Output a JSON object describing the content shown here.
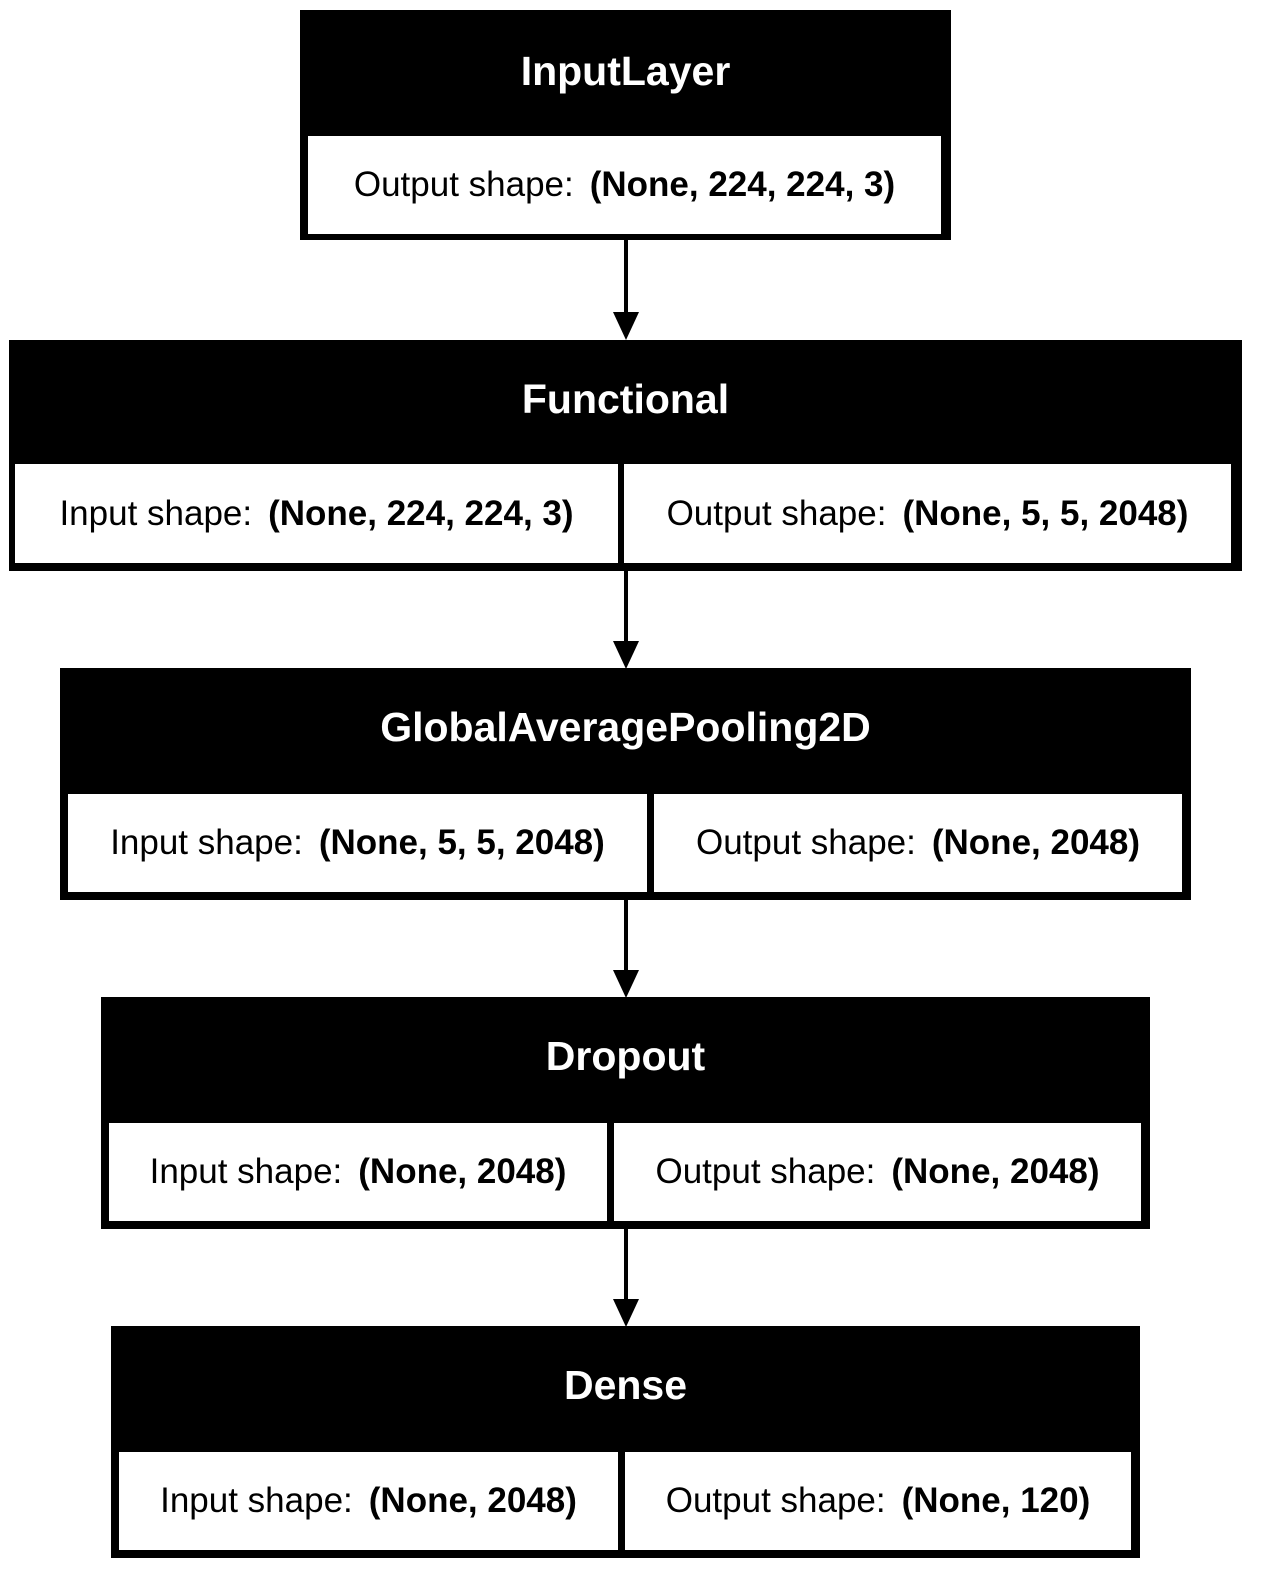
{
  "layers": [
    {
      "name": "InputLayer",
      "output_label": "Output shape:",
      "output_shape": "(None, 224, 224, 3)"
    },
    {
      "name": "Functional",
      "input_label": "Input shape:",
      "input_shape": "(None, 224, 224, 3)",
      "output_label": "Output shape:",
      "output_shape": "(None, 5, 5, 2048)"
    },
    {
      "name": "GlobalAveragePooling2D",
      "input_label": "Input shape:",
      "input_shape": "(None, 5, 5, 2048)",
      "output_label": "Output shape:",
      "output_shape": "(None, 2048)"
    },
    {
      "name": "Dropout",
      "input_label": "Input shape:",
      "input_shape": "(None, 2048)",
      "output_label": "Output shape:",
      "output_shape": "(None, 2048)"
    },
    {
      "name": "Dense",
      "input_label": "Input shape:",
      "input_shape": "(None, 2048)",
      "output_label": "Output shape:",
      "output_shape": "(None, 120)"
    }
  ]
}
